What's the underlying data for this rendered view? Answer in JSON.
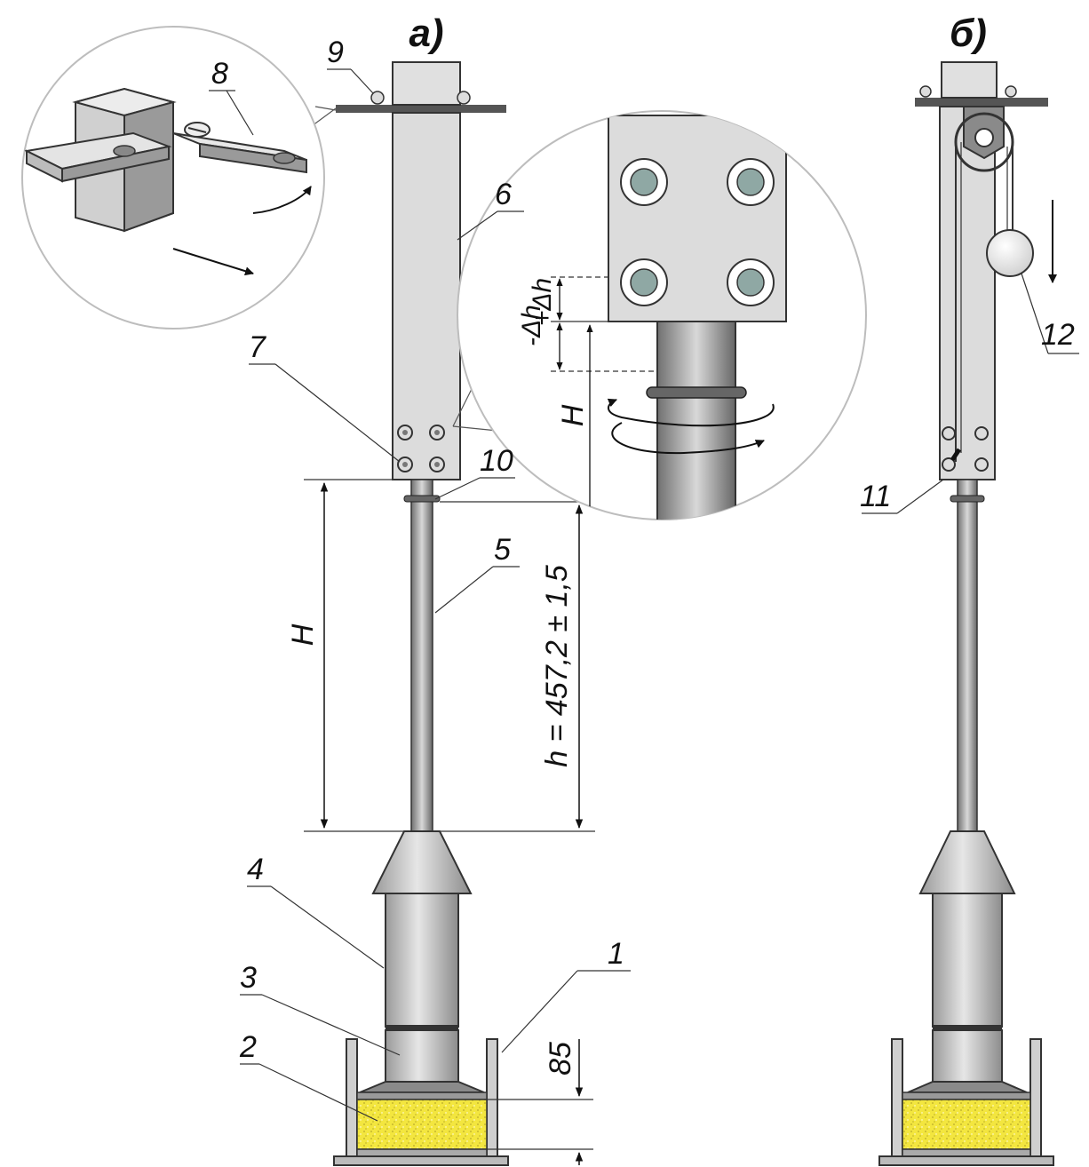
{
  "panels": {
    "left_title": "а)",
    "right_title": "б)"
  },
  "callouts": [
    "1",
    "2",
    "3",
    "4",
    "5",
    "6",
    "7",
    "8",
    "9",
    "10",
    "11",
    "12"
  ],
  "dimensions": {
    "H_left": "H",
    "H_detail": "H",
    "h_formula": "h = 457,2 ± 1,5",
    "plus_dh": "+Δh",
    "minus_dh": "-Δh",
    "depth": "85"
  },
  "colors": {
    "metal_light": "#dcdcdc",
    "metal_mid": "#b9b9b9",
    "metal_dark": "#7a7a7a",
    "sand": "#f2e640",
    "bolt_fill": "#8fa8a4",
    "circle_edge": "#bdbdbd"
  }
}
